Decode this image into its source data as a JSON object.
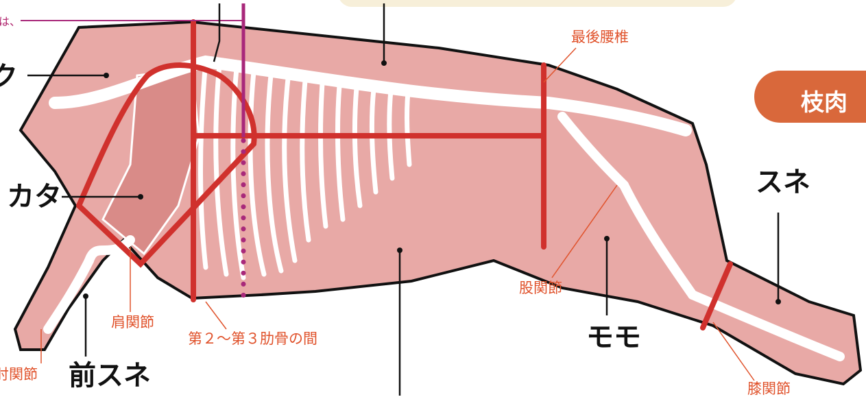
{
  "badge": {
    "label": "枝肉",
    "color": "#d9683b"
  },
  "cuts": {
    "kata": "カタ",
    "maesune": "前スネ",
    "momo": "モモ",
    "sune": "スネ",
    "neck_partial": "ク"
  },
  "joints": {
    "last_lumbar": "最後腰椎",
    "hip_joint": "股関節",
    "shoulder_joint": "肩関節",
    "rib_gap": "第２〜第３肋骨の間",
    "elbow_joint_partial": "肘関節",
    "knee_joint_partial": "膝関節"
  },
  "note_partial": "は、",
  "colors": {
    "carcass_fill": "#e8a9a6",
    "outline": "#111111",
    "cut_line": "#d0312d",
    "dotted_line": "#a8287a",
    "joint_label": "#e0522b",
    "bone": "#ffffff"
  }
}
